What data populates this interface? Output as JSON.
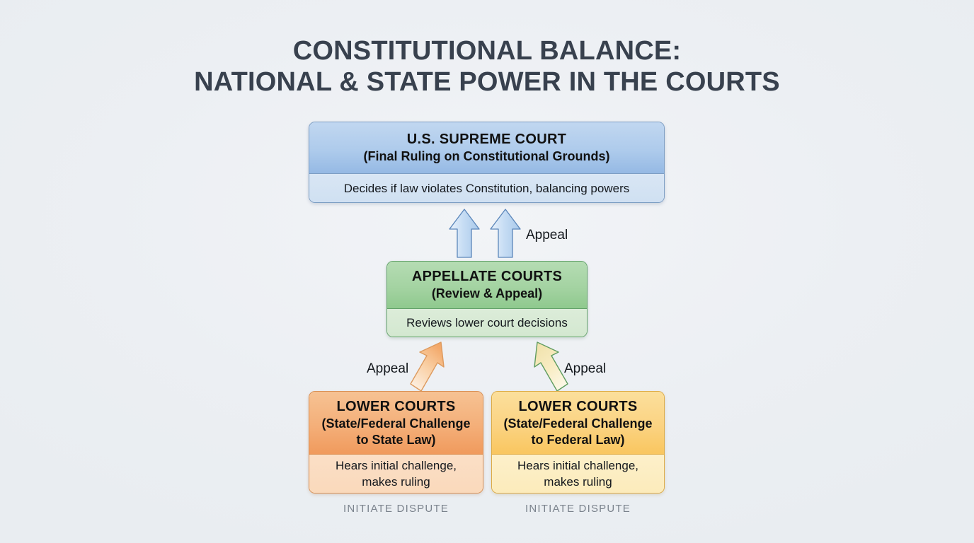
{
  "title": {
    "line1": "CONSTITUTIONAL BALANCE:",
    "line2": "NATIONAL & STATE POWER IN THE COURTS"
  },
  "colors": {
    "background": "#eef1f4",
    "title_text": "#38414e",
    "supreme_header": "#aecbec",
    "supreme_footer": "#d4e2f3",
    "supreme_border": "#7d9ec4",
    "appellate_header": "#a4d3a2",
    "appellate_footer": "#d7e9d4",
    "appellate_border": "#63a26a",
    "lower_state_header": "#f4af79",
    "lower_state_footer": "#fadcc0",
    "lower_state_border": "#d98f53",
    "lower_federal_header": "#fbd382",
    "lower_federal_footer": "#fdeec5",
    "lower_federal_border": "#ddab45",
    "muted_label": "#7b838d"
  },
  "nodes": {
    "supreme": {
      "title": "U.S. SUPREME COURT",
      "subtitle": "(Final Ruling on Constitutional Grounds)",
      "description": "Decides if law violates Constitution, balancing powers"
    },
    "appellate": {
      "title": "APPELLATE COURTS",
      "subtitle": "(Review & Appeal)",
      "description": "Reviews lower court decisions"
    },
    "lower_state": {
      "title": "LOWER COURTS",
      "subtitle_line1": "(State/Federal Challenge",
      "subtitle_line2": "to State Law)",
      "description_line1": "Hears initial challenge,",
      "description_line2": "makes ruling",
      "footer_label": "INITIATE DISPUTE"
    },
    "lower_federal": {
      "title": "LOWER COURTS",
      "subtitle_line1": "(State/Federal Challenge",
      "subtitle_line2": "to Federal Law)",
      "description_line1": "Hears initial challenge,",
      "description_line2": "makes ruling",
      "footer_label": "INITIATE DISPUTE"
    }
  },
  "edges": {
    "appeal_top": "Appeal",
    "appeal_left": "Appeal",
    "appeal_right": "Appeal"
  },
  "chart_data": {
    "type": "diagram",
    "title": "CONSTITUTIONAL BALANCE: NATIONAL & STATE POWER IN THE COURTS",
    "orientation": "bottom-up hierarchy",
    "levels": [
      {
        "level": 1,
        "nodes": [
          {
            "id": "lower_state",
            "label": "LOWER COURTS (State/Federal Challenge to State Law)",
            "detail": "Hears initial challenge, makes ruling",
            "color": "#f4af79",
            "entry_label": "INITIATE DISPUTE"
          },
          {
            "id": "lower_federal",
            "label": "LOWER COURTS (State/Federal Challenge to Federal Law)",
            "detail": "Hears initial challenge, makes ruling",
            "color": "#fbd382",
            "entry_label": "INITIATE DISPUTE"
          }
        ]
      },
      {
        "level": 2,
        "nodes": [
          {
            "id": "appellate",
            "label": "APPELLATE COURTS (Review & Appeal)",
            "detail": "Reviews lower court decisions",
            "color": "#a4d3a2"
          }
        ]
      },
      {
        "level": 3,
        "nodes": [
          {
            "id": "supreme",
            "label": "U.S. SUPREME COURT (Final Ruling on Constitutional Grounds)",
            "detail": "Decides if law violates Constitution, balancing powers",
            "color": "#aecbec"
          }
        ]
      }
    ],
    "connections": [
      {
        "from": "lower_state",
        "to": "appellate",
        "label": "Appeal",
        "style": "diagonal-arrow",
        "color": "#f0a96a"
      },
      {
        "from": "lower_federal",
        "to": "appellate",
        "label": "Appeal",
        "style": "diagonal-arrow",
        "color": "#f6e3ae"
      },
      {
        "from": "appellate",
        "to": "supreme",
        "label": "Appeal",
        "style": "double-vertical-arrow",
        "color": "#b8d2ee"
      }
    ]
  }
}
